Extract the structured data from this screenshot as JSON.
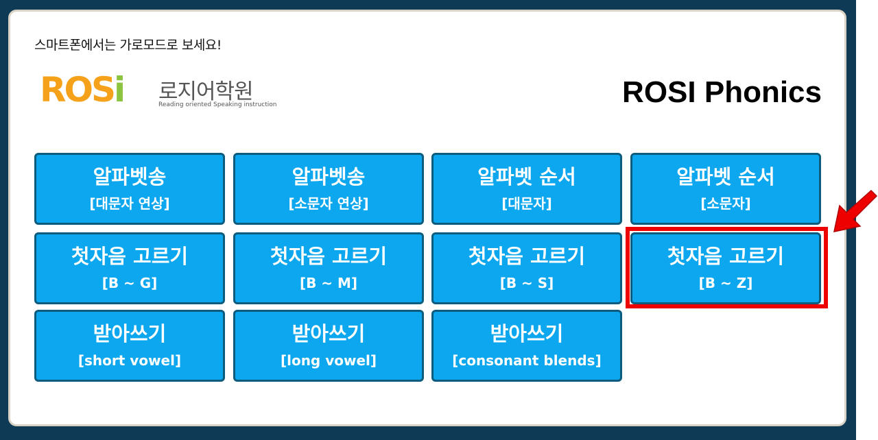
{
  "notice": "스마트폰에서는 가로모드로 보세요!",
  "logo": {
    "word_r": "R",
    "word_o": "O",
    "word_s": "S",
    "word_i": "i",
    "name_ko": "로지어학원",
    "tagline": "Reading oriented Speaking instruction",
    "colors": {
      "orange": "#f5a21a",
      "green": "#8cc43f"
    }
  },
  "page_title": "ROSI Phonics",
  "tiles": [
    {
      "title": "알파벳송",
      "sub": "[대문자 연상]"
    },
    {
      "title": "알파벳송",
      "sub": "[소문자 연상]"
    },
    {
      "title": "알파벳 순서",
      "sub": "[대문자]"
    },
    {
      "title": "알파벳 순서",
      "sub": "[소문자]"
    },
    {
      "title": "첫자음 고르기",
      "sub": "[B ~ G]"
    },
    {
      "title": "첫자음 고르기",
      "sub": "[B ~ M]"
    },
    {
      "title": "첫자음 고르기",
      "sub": "[B ~ S]"
    },
    {
      "title": "첫자음 고르기",
      "sub": "[B ~ Z]"
    },
    {
      "title": "받아쓰기",
      "sub": "[short vowel]"
    },
    {
      "title": "받아쓰기",
      "sub": "[long vowel]"
    },
    {
      "title": "받아쓰기",
      "sub": "[consonant blends]"
    }
  ],
  "colors": {
    "tile": "#0ca7ef",
    "tile_border": "#0d5b7d",
    "highlight": "#ee0000"
  }
}
